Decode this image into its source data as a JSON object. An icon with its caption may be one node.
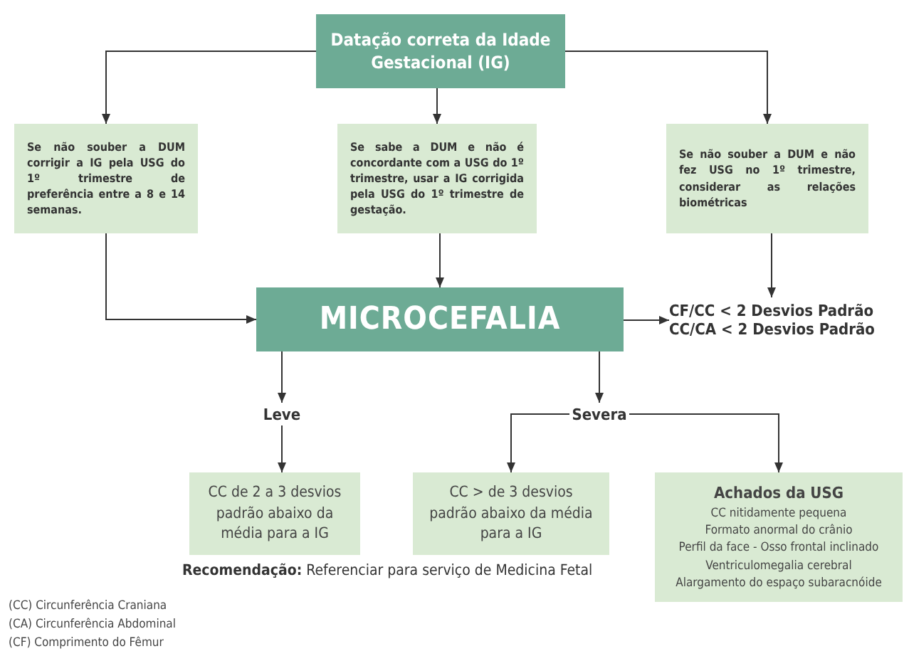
{
  "diagram": {
    "nodes": [
      {
        "text": [
          "Datação correta da Idade Gestacional (IG)"
        ]
      },
      {
        "text": [
          "Se não souber a DUM corrigir a IG pela USG do 1º trimestre de preferência entre a 8 e 14 semanas."
        ]
      },
      {
        "text": [
          "Se sabe a DUM e não é concordante com a USG do 1º trimestre, usar a IG corrigida pela USG do 1º trimestre de gestação."
        ]
      },
      {
        "text": [
          "Se não souber a DUM e não fez USG no 1º trimestre, considerar as relações biométricas"
        ]
      },
      {
        "text": [
          "MICROCEFALIA"
        ]
      },
      {
        "text": [
          "CF/CC < 2 Desvios Padrão",
          "CC/CA < 2 Desvios Padrão"
        ]
      },
      {
        "text": [
          "Leve"
        ]
      },
      {
        "text": [
          "Severa"
        ]
      },
      {
        "text": [
          "CC de 2 a 3 desvios padrão abaixo da média para a IG"
        ]
      },
      {
        "text": [
          "CC > de 3 desvios padrão abaixo da média para a IG"
        ]
      },
      {
        "text": [
          "Achados da USG",
          "CC nitidamente pequena",
          "Formato anormal do crânio",
          "Perfil da face - Osso frontal inclinado",
          "Ventriculomegalia cerebral",
          "Alargamento do espaço subaracnóide"
        ]
      }
    ],
    "edges": [
      {
        "from": 0,
        "to": 1,
        "arrow": "to"
      },
      {
        "from": 0,
        "to": 2,
        "arrow": "to"
      },
      {
        "from": 0,
        "to": 3,
        "arrow": "to"
      },
      {
        "from": 1,
        "to": 4,
        "arrow": "to"
      },
      {
        "from": 2,
        "to": 4,
        "arrow": "to"
      },
      {
        "from": 3,
        "to": 5,
        "arrow": "to"
      },
      {
        "from": 4,
        "to": 5,
        "arrow": "to"
      },
      {
        "from": 4,
        "to": 6,
        "arrow": "to"
      },
      {
        "from": 4,
        "to": 7,
        "arrow": "to"
      },
      {
        "from": 6,
        "to": 8,
        "arrow": "to"
      },
      {
        "from": 7,
        "to": 9,
        "arrow": "to"
      },
      {
        "from": 7,
        "to": 10,
        "arrow": "to"
      }
    ],
    "labels": [
      "**Recomendação:** Referenciar para serviço de Medicina Fetal",
      "(CC) Circunferência Craniana",
      "(CA) Circunferência Abdominal",
      "(CF) Comprimento do Fêmur"
    ]
  }
}
